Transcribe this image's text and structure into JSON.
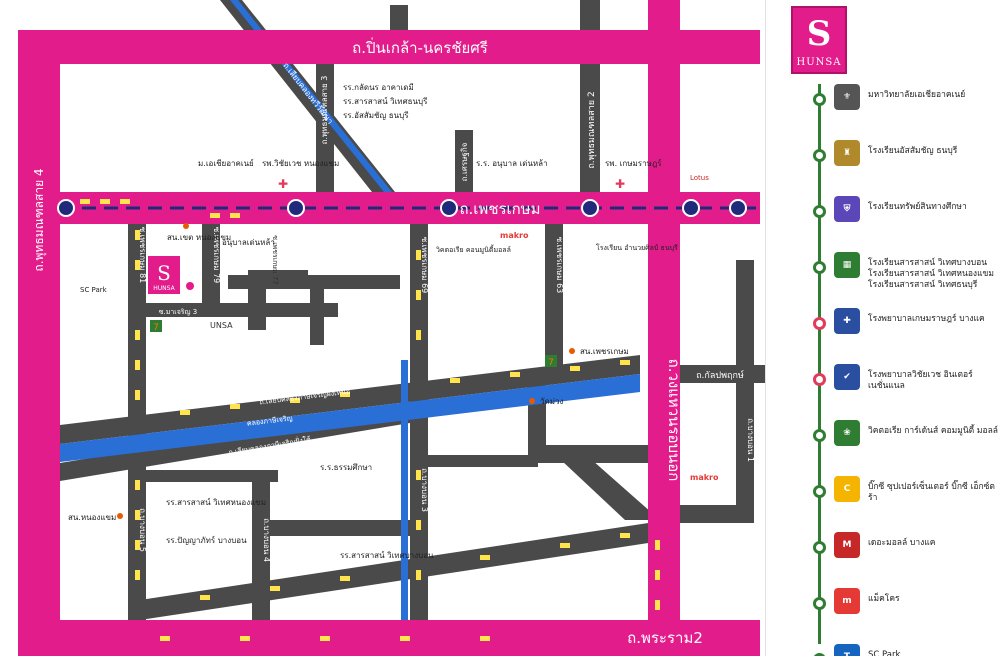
{
  "map": {
    "roads": {
      "main_top": "ถ.ปิ่นเกล้า-นครชัยศรี",
      "phetkasem": "ถ.เพชรเกษม",
      "rama2": "ถ.พระราม2",
      "kanchanaphisek": "ถ.วงแหวนรอบนอก",
      "phutthamonthon4": "ถ.พุทธมณฑลสาย 4",
      "phutthamonthon3": "ถ.พุทธมณฑลสาย 3",
      "phutthamonthon2": "ถ.พุทธมณฑลสาย 2",
      "thawiwatthana": "ถ.เลียบคลองทวีวัฒนา",
      "sethakit": "ถ.เศรษฐกิจ",
      "phetkasem81": "ซ.เพชรเกษม 81",
      "phetkasem79": "ซ.เพชรเกษม 79",
      "phetkasem77": "ซ.เพชรเกษม 77",
      "phetkasem69": "ซ.เพชรเกษม 69",
      "phetkasem63": "ซ.เพชรเกษม 63",
      "macharoen3": "ซ.มาเจริญ 3",
      "kanlapaphruek": "ถ.กัลปพฤกษ์",
      "khlong_north": "ถ.เลียบคลองภาษีเจริญฝั่งเหนือ",
      "khlong_south": "ถ.เลียบคลองภาษีเจริญฝั่งใต้",
      "khlong": "คลองภาษีเจริญ",
      "bangbon1": "ถ.บางบอน 1",
      "bangbon3": "ถ.บางบอน 3",
      "bangbon4": "ถ.บางบอน 4",
      "bangbon5": "ถ.บางบอน 5"
    },
    "places": {
      "hunsa_logo_letter": "S",
      "hunsa_logo_name": "HUNSA",
      "hunsa_building": "UNSA",
      "rs_klatsin": "รร.กลัดนร อาคาเดมี",
      "rs_sarasas_thonburi": "รร.สารสาสน์ วิเทศธนบุรี",
      "rs_assumption": "รร.อัสสัมชัญ ธนบุรี",
      "mahidol": "ม.เอเชียอาคเนย์",
      "hosp_wichaiyut": "รพ.วิชัยเวช หนองแขม",
      "rs_anuban_city": "ร.ร. อนุบาล เด่นหล้า",
      "hosp_phetkasem": "รพ. เกษมราษฎร์",
      "tesco_top": "Lotus",
      "sn_nongkhaem": "สน.เขต หนองแขม",
      "anuban_denla": "อนุบาลเด่นหล้า",
      "victoria": "วิคตอเรีย คอนมูนิตี้มอลล์",
      "rs_amnuay": "โรงเรียน อำนวยศิลป์ ธนบุรี",
      "sc_park": "SC Park",
      "sn_phetkasem": "สน.เพชรเกษม",
      "wat_muang": "วัดม่วง",
      "rs_tanmitsuksa": "ร.ร.ธรรมศึกษา",
      "rs_sarasas_nongkhaem": "รร.สารสาสน์ วิเทศหนองแขม",
      "rs_panyapat": "รร.ปัญญาภัทร์ บางบอน",
      "rs_sarasas_bangbon": "รร.สารสาสน์ วิเทศบางบอน",
      "sn_nongkhaem2": "สน.หนองแขม",
      "makro": "makro",
      "seven": "7"
    }
  },
  "legend": {
    "logo_letter": "S",
    "logo_name": "HUNSA",
    "items": [
      {
        "label": "มหาวิทยาลัยเอเชียอาคเนย์",
        "icon": "university-seal-icon",
        "color": "#555555",
        "dot": "#2e7d32"
      },
      {
        "label": "โรงเรียนอัสสัมชัญ ธนบุรี",
        "icon": "school-crest-icon",
        "color": "#b08a2a",
        "dot": "#2e7d32"
      },
      {
        "label": "โรงเรียนทรัพย์สินทางศึกษา",
        "icon": "school-shield-icon",
        "color": "#5b47b8",
        "dot": "#2e7d32"
      },
      {
        "label": "โรงเรียนสารสาสน์ วิเทศบางบอน โรงเรียนสารสาสน์ วิเทศหนองแขม โรงเรียนสารสาสน์ วิเทศธนบุรี",
        "icon": "sarasas-icon",
        "color": "#2e7d32",
        "dot": "#2e7d32"
      },
      {
        "label": "โรงพยาบาลเกษมราษฎร์ บางแค",
        "icon": "hospital-icon",
        "color": "#2a4fa0",
        "dot": "#e23a5a"
      },
      {
        "label": "โรงพยาบาลวิชัยเวช อินเตอร์เนชั่นแนล",
        "icon": "hospital-check-icon",
        "color": "#2a4fa0",
        "dot": "#e23a5a"
      },
      {
        "label": "วิคตอเรีย การ์เด้นส์ คอมมูนิตี้ มอลล์",
        "icon": "mall-icon",
        "color": "#2e7d32",
        "dot": "#2e7d32"
      },
      {
        "label": "บิ๊กซี ซุปเปอร์เซ็นเตอร์ บิ๊กซี เอ็กซ์ตร้า",
        "icon": "bigc-icon",
        "color": "#f4b400",
        "dot": "#2e7d32"
      },
      {
        "label": "เดอะมอลล์ บางแค",
        "icon": "the-mall-icon",
        "color": "#c62828",
        "dot": "#2e7d32"
      },
      {
        "label": "แม็คโคร",
        "icon": "makro-icon",
        "color": "#e53935",
        "dot": "#2e7d32"
      },
      {
        "label": "SC Park",
        "icon": "tesco-icon",
        "color": "#1565c0",
        "dot": "#2e7d32"
      }
    ]
  },
  "colors": {
    "main_road": "#e31c8c",
    "minor_road": "#4a4a4a",
    "canal": "#2a6fd6",
    "arrow": "#ffe44d",
    "brt": "#1f2a7a"
  }
}
